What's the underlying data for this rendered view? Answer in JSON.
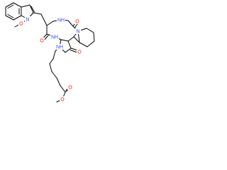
{
  "structure": {
    "atoms": [
      {
        "id": "N_indole",
        "symbol": "N",
        "color": "#3050f8"
      },
      {
        "id": "O_methoxy",
        "symbol": "O",
        "color": "#ff0d0d"
      },
      {
        "id": "NH_upper",
        "symbol": "NH",
        "color": "#3050f8"
      },
      {
        "id": "O_upper",
        "symbol": "O",
        "color": "#ff0d0d"
      },
      {
        "id": "N_ring",
        "symbol": "N",
        "color": "#3050f8"
      },
      {
        "id": "O_left",
        "symbol": "O",
        "color": "#ff0d0d"
      },
      {
        "id": "NH_mid",
        "symbol": "NH",
        "color": "#3050f8"
      },
      {
        "id": "NH_lower",
        "symbol": "NH",
        "color": "#3050f8"
      },
      {
        "id": "O_right",
        "symbol": "O",
        "color": "#ff0d0d"
      },
      {
        "id": "O_ester_dbl",
        "symbol": "O",
        "color": "#ff0d0d"
      },
      {
        "id": "O_ester",
        "symbol": "O",
        "color": "#ff0d0d"
      }
    ]
  }
}
